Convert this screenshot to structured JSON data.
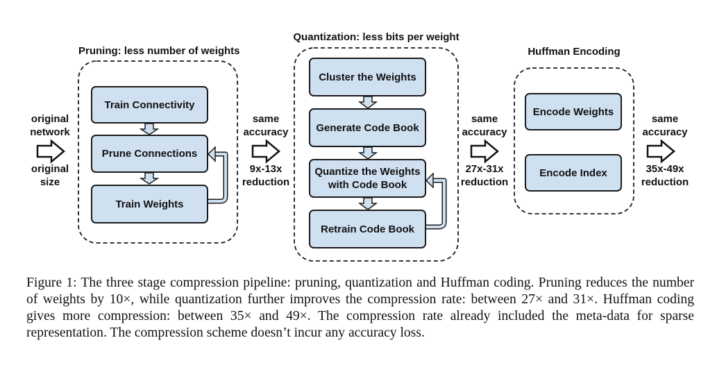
{
  "input": {
    "top": "original\nnetwork",
    "bottom": "original\nsize"
  },
  "stages": [
    {
      "title": "Pruning: less number of weights",
      "steps": [
        "Train Connectivity",
        "Prune Connections",
        "Train Weights"
      ],
      "output": {
        "top": "same\naccuracy",
        "bottom": "9x-13x\nreduction"
      }
    },
    {
      "title": "Quantization: less bits per weight",
      "steps": [
        "Cluster the Weights",
        "Generate Code Book",
        "Quantize the Weights\nwith Code Book",
        "Retrain Code Book"
      ],
      "output": {
        "top": "same\naccuracy",
        "bottom": "27x-31x\nreduction"
      }
    },
    {
      "title": "Huffman Encoding",
      "steps": [
        "Encode Weights",
        "Encode Index"
      ],
      "output": {
        "top": "same\naccuracy",
        "bottom": "35x-49x\nreduction"
      }
    }
  ],
  "colors": {
    "box_fill": "#cfe0f1",
    "stroke": "#1a1a1a"
  },
  "caption": "Figure 1: The three stage compression pipeline: pruning, quantization and Huffman coding. Pruning reduces the number of weights by 10×, while quantization further improves the compression rate: between 27× and 31×. Huffman coding gives more compression: between 35× and 49×. The compression rate already included the meta-data for sparse representation. The compression scheme doesn’t incur any accuracy loss."
}
